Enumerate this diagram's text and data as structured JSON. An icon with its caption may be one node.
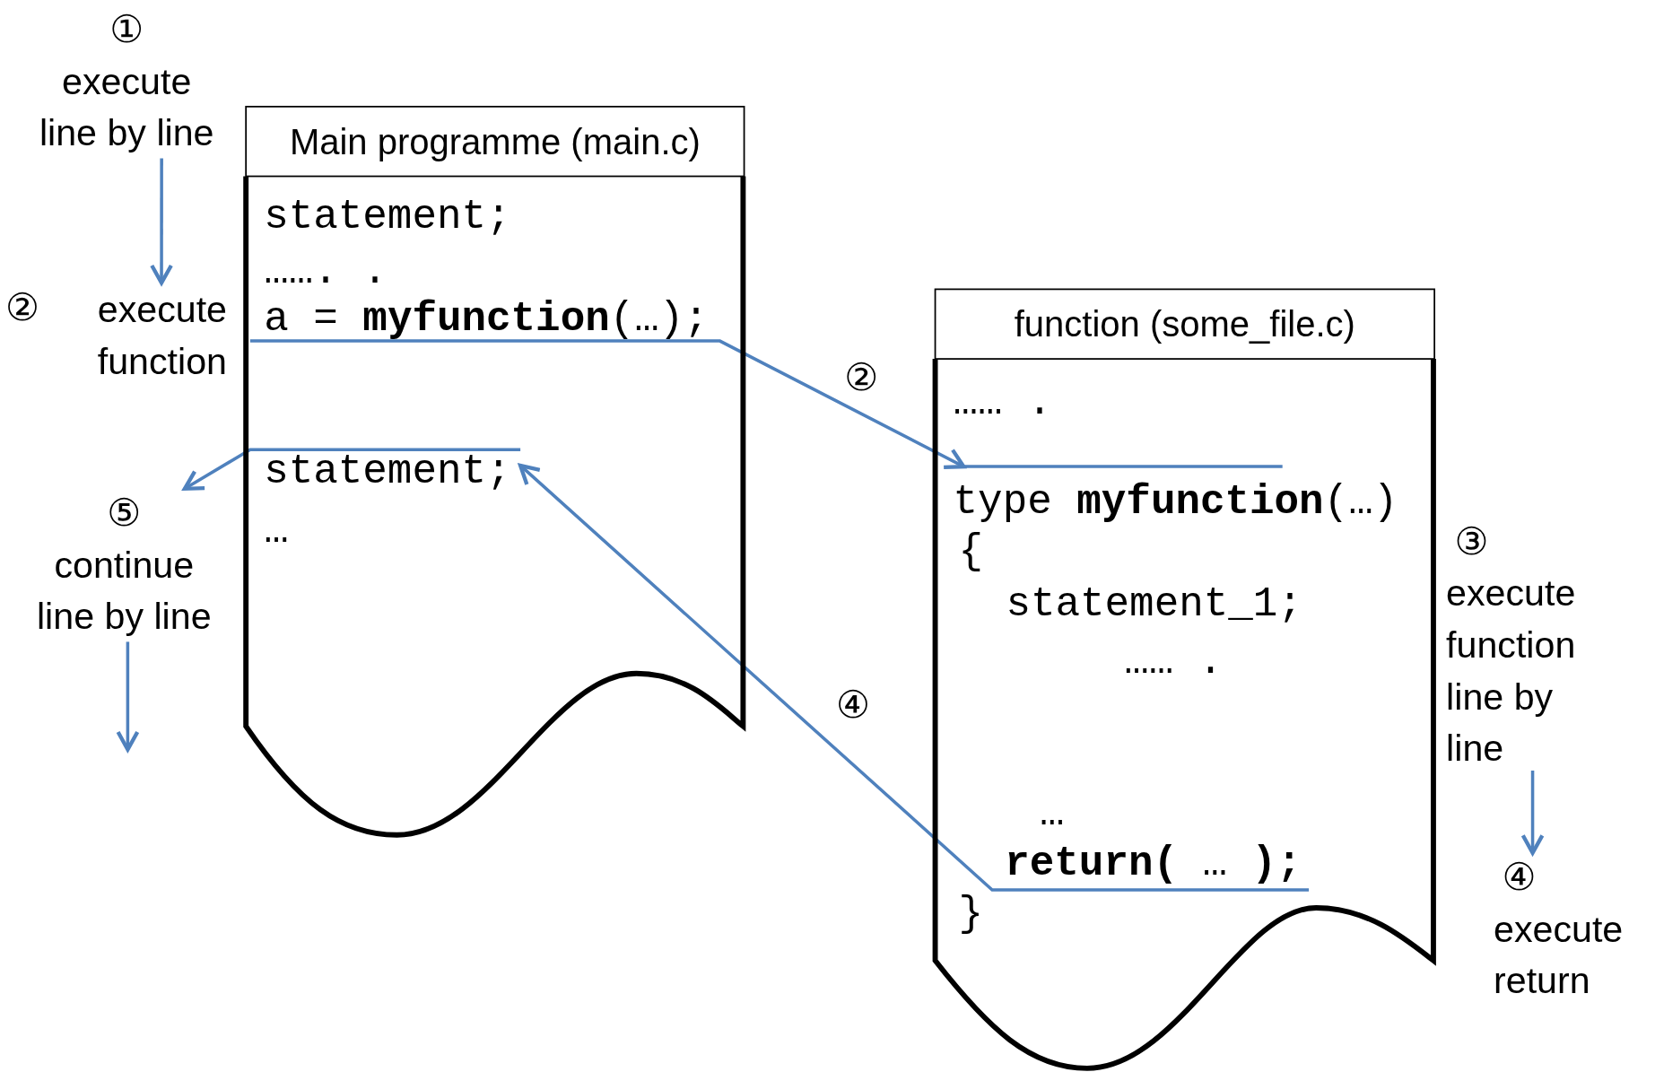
{
  "diagram": {
    "nodes": [
      {
        "text": [
          "Main programme (main.c)"
        ]
      },
      {
        "text": [
          "statement;"
        ],
        "in": 0
      },
      {
        "text": [
          "……. ."
        ],
        "in": 0
      },
      {
        "text": [
          "a = **myfunction**(…);"
        ],
        "in": 0
      },
      {
        "text": [
          "statement;"
        ],
        "in": 0
      },
      {
        "text": [
          "…"
        ],
        "in": 0
      },
      {
        "text": [
          "function (some_file.c)"
        ]
      },
      {
        "text": [
          "…… ."
        ],
        "in": 6
      },
      {
        "text": [
          "type **myfunction**(…)"
        ],
        "in": 6
      },
      {
        "text": [
          "{"
        ],
        "in": 6
      },
      {
        "text": [
          "statement_1;"
        ],
        "in": 6
      },
      {
        "text": [
          "…… ."
        ],
        "in": 6
      },
      {
        "text": [
          "…"
        ],
        "in": 6
      },
      {
        "text": [
          "**return(** … **);**"
        ],
        "in": 6
      },
      {
        "text": [
          "}"
        ],
        "in": 6
      },
      {
        "text": [
          "①",
          "execute line by line"
        ]
      },
      {
        "text": [
          "②",
          "execute function"
        ]
      },
      {
        "text": [
          "⑤",
          "continue line by line"
        ]
      },
      {
        "text": [
          "③",
          "execute function line by line"
        ]
      },
      {
        "text": [
          "④",
          "execute return"
        ]
      }
    ],
    "edges": [
      {
        "from": 15,
        "to": 16,
        "arrow": "to"
      },
      {
        "from": 3,
        "to": 8,
        "arrow": "to",
        "label": "②"
      },
      {
        "from": 13,
        "to": 4,
        "arrow": "to",
        "label": "④"
      },
      {
        "from": 4,
        "to": 17,
        "arrow": "to"
      },
      {
        "from": 17,
        "to": null,
        "arrow": "to"
      },
      {
        "from": 18,
        "to": 19,
        "arrow": "to"
      }
    ]
  }
}
